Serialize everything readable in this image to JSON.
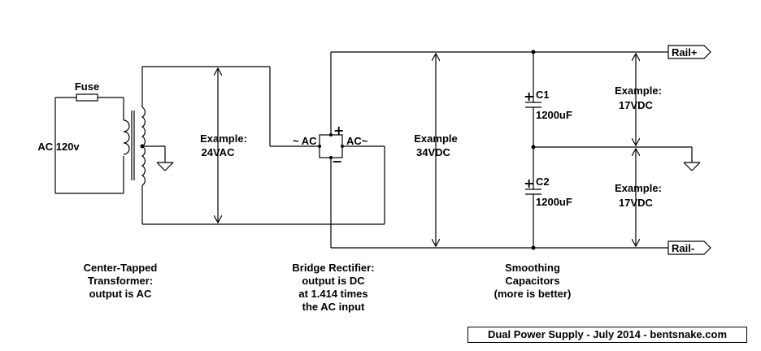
{
  "diagram": {
    "input": {
      "fuse_label": "Fuse",
      "source_label": "AC 120v"
    },
    "transformer": {
      "example_line1": "Example:",
      "example_line2": "24VAC"
    },
    "rectifier": {
      "ac_left": "~ AC",
      "ac_right": "AC~",
      "plus": "+",
      "minus": "−",
      "example_line1": "Example",
      "example_line2": "34VDC"
    },
    "capacitors": [
      {
        "plus": "+",
        "name": "C1",
        "value": "1200uF"
      },
      {
        "plus": "+",
        "name": "C2",
        "value": "1200uF"
      }
    ],
    "rail_pos": {
      "label": "Rail+",
      "example_line1": "Example:",
      "example_line2": "17VDC"
    },
    "rail_neg": {
      "label": "Rail-",
      "example_line1": "Example:",
      "example_line2": "17VDC"
    }
  },
  "captions": {
    "transformer": [
      "Center-Tapped",
      "Transformer:",
      "output is AC"
    ],
    "rectifier": [
      "Bridge Rectifier:",
      "output is DC",
      "at 1.414 times",
      "the AC input"
    ],
    "capacitors": [
      "Smoothing",
      "Capacitors",
      "(more is better)"
    ]
  },
  "footer": {
    "text": "Dual Power Supply - July 2014 - bentsnake.com"
  }
}
